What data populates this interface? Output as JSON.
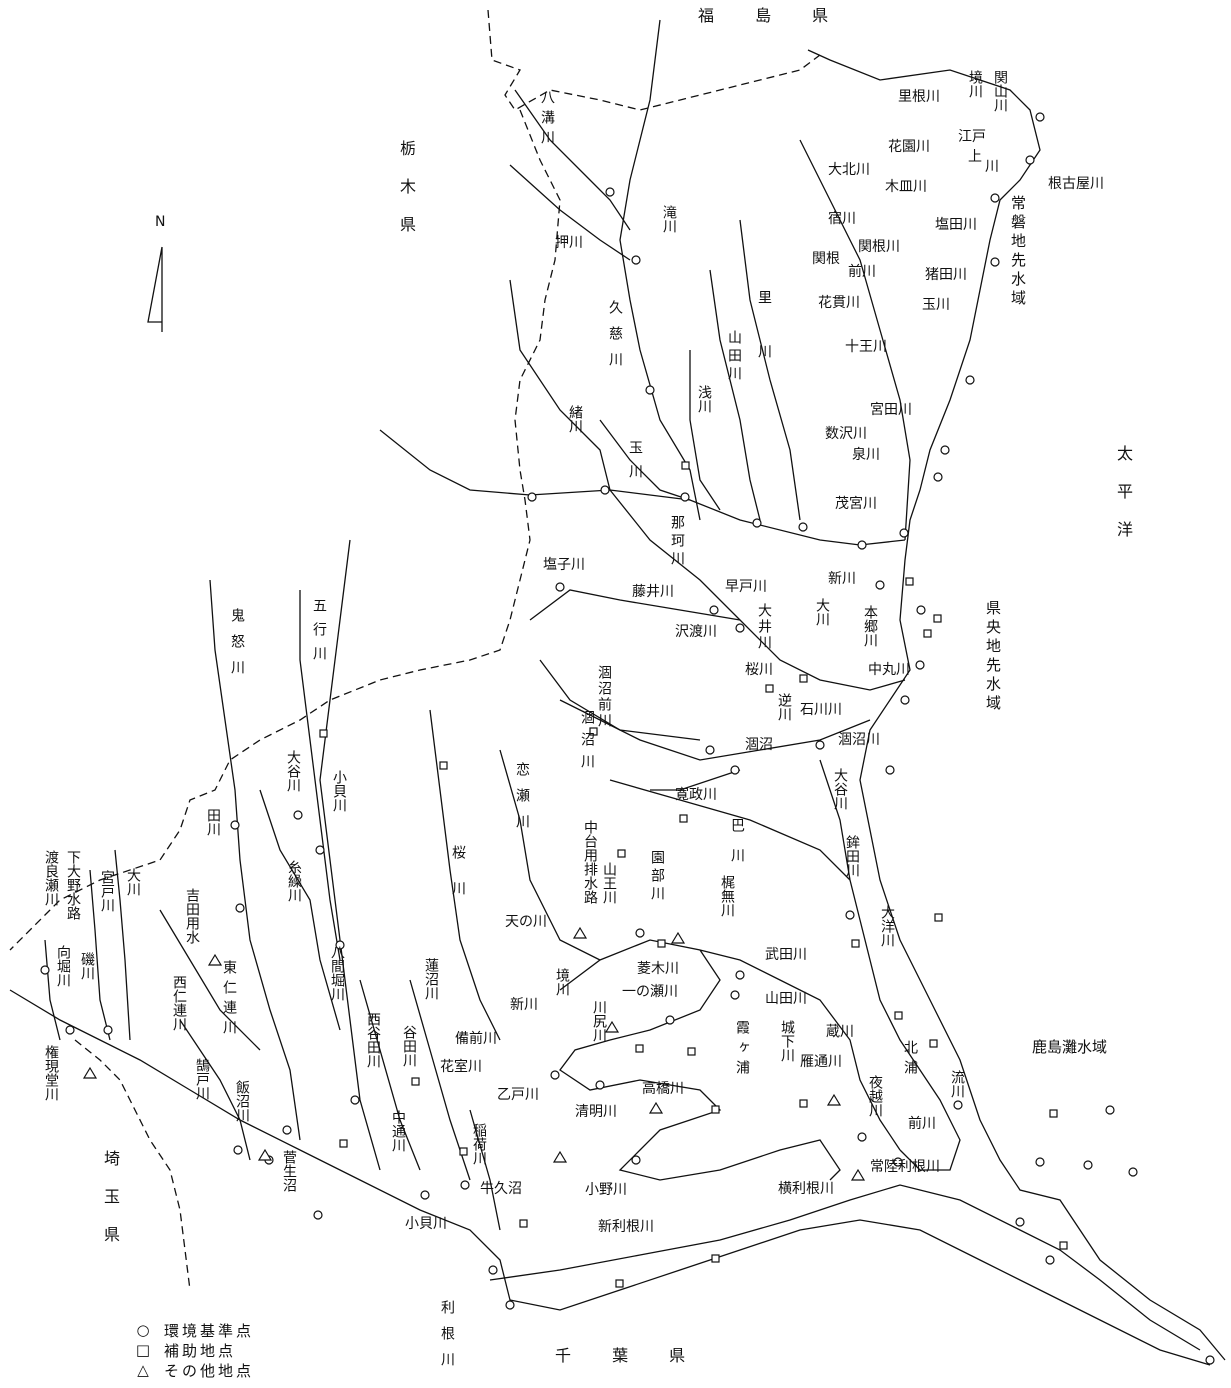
{
  "prefectures": {
    "fukushima": "福 島 県",
    "tochigi": "栃木県",
    "saitama": "埼玉県",
    "chiba": "千 葉 県"
  },
  "seas": {
    "pacific": "太平洋",
    "joban": "常磐地先水域",
    "kenou": "県央地先水域",
    "kashimanada": "鹿島灘水域"
  },
  "north_label": "N",
  "legend": [
    {
      "symbol": "○",
      "label": "環境基準点",
      "icon": "circle-icon"
    },
    {
      "symbol": "□",
      "label": "補助地点",
      "icon": "square-icon"
    },
    {
      "symbol": "△",
      "label": "その他地点",
      "icon": "triangle-icon"
    }
  ],
  "rivers_h": {
    "satone": "里根川",
    "hanazono": "花園川",
    "edo": "江戸",
    "kami": "上",
    "kawa": "川",
    "nekoya": "根古屋川",
    "okita": "大北川",
    "kisara": "木皿川",
    "shuku": "宿川",
    "shiota": "塩田川",
    "sekine": "関根川",
    "sekinemae_a": "関根",
    "sekinemae_b": "前川",
    "inoda": "猪田川",
    "tama_n": "玉川",
    "hanuki": "花貫川",
    "juou": "十王川",
    "miyata": "宮田川",
    "kazusawa": "数沢川",
    "izumi": "泉川",
    "mogusa": "茂宮川",
    "shiogo": "塩子川",
    "fujii": "藤井川",
    "hayato": "早戸川",
    "shin": "新川",
    "sawatari": "沢渡川",
    "sakura_n": "桜川",
    "ishikawa": "石川川",
    "nakamaru": "中丸川",
    "hinuma": "涸沼",
    "kansei": "寛政川",
    "amanogawa": "天の川",
    "shin2": "新川",
    "bizen": "備前川",
    "hanamuro": "花室川",
    "otsudo": "乙戸川",
    "seimei": "清明川",
    "takahashi": "高橋川",
    "ono": "小野川",
    "gyuku": "牛久沼",
    "kokai_s": "小貝川",
    "shintone": "新利根川",
    "yokotone": "横利根川",
    "takeda": "武田川",
    "yamada": "山田川",
    "tomoe2": "蔵川",
    "kario": "雁通川",
    "kashimanada_lbl": "鹿島灘水域"
  },
  "rivers_v": {
    "sakai_n": "境川",
    "seki": "関山川",
    "yamizo": "八溝川",
    "taki": "滝川",
    "oshi": "押川",
    "kuji": "久慈川",
    "yamada_n": "山田川",
    "sato": "里川",
    "asa": "浅川",
    "o": "緒川",
    "tama": "玉川",
    "naka": "那珂川",
    "oi": "大井川",
    "ohashi": "大川",
    "hongo": "本郷川",
    "hinumamae": "涸沼前川",
    "hinumagawa": "涸沼川",
    "sakasa": "逆川",
    "hinuma_r": "涸沼川",
    "oya": "大谷川",
    "hokota": "鉾田川",
    "taiyo": "大洋川",
    "tomoe": "巴川",
    "koise": "恋瀬川",
    "nakadai": "中台用排水路",
    "sanno": "山王川",
    "sonobe": "園部川",
    "kajinashi": "梶無川",
    "kasumi": "霞ヶ浦",
    "kitaura": "北浦",
    "joge": "城下川",
    "yogoshi": "夜越川",
    "maekawa": "前川",
    "nagare": "流川",
    "kinu": "鬼怒川",
    "gogyo": "五行川",
    "oya2": "大谷川",
    "kokai": "小貝川",
    "tagawa": "田川",
    "itokuri": "糸繰川",
    "hakkenbori": "八間堀川",
    "sakura": "桜川",
    "hibikawa": "蓮沼川",
    "nishiyatada": "西谷田川",
    "yatada": "谷田川",
    "nakakayo": "中通川",
    "inari": "稲荷川",
    "tone": "利根川",
    "yoshida": "吉田用水",
    "higashiniren": "東仁連川",
    "nishiniren": "西仁連川",
    "unotoro": "鵠戸川",
    "iinuma": "飯沼川",
    "sugou": "菅生沼",
    "watarase": "渡良瀬川",
    "shimoono": "下大野水路",
    "miyato": "宮戸川",
    "ogawa": "大川",
    "mukaibori": "向堀川",
    "isogawa": "磯川",
    "gongendo": "権現堂川",
    "sakai2": "境川",
    "kawajiri": "川尻川",
    "ibaraki": "菱木川",
    "ichinose": "一の瀬川",
    "tonelbl": "利根川",
    "hitachitone": "常陸利根川"
  }
}
